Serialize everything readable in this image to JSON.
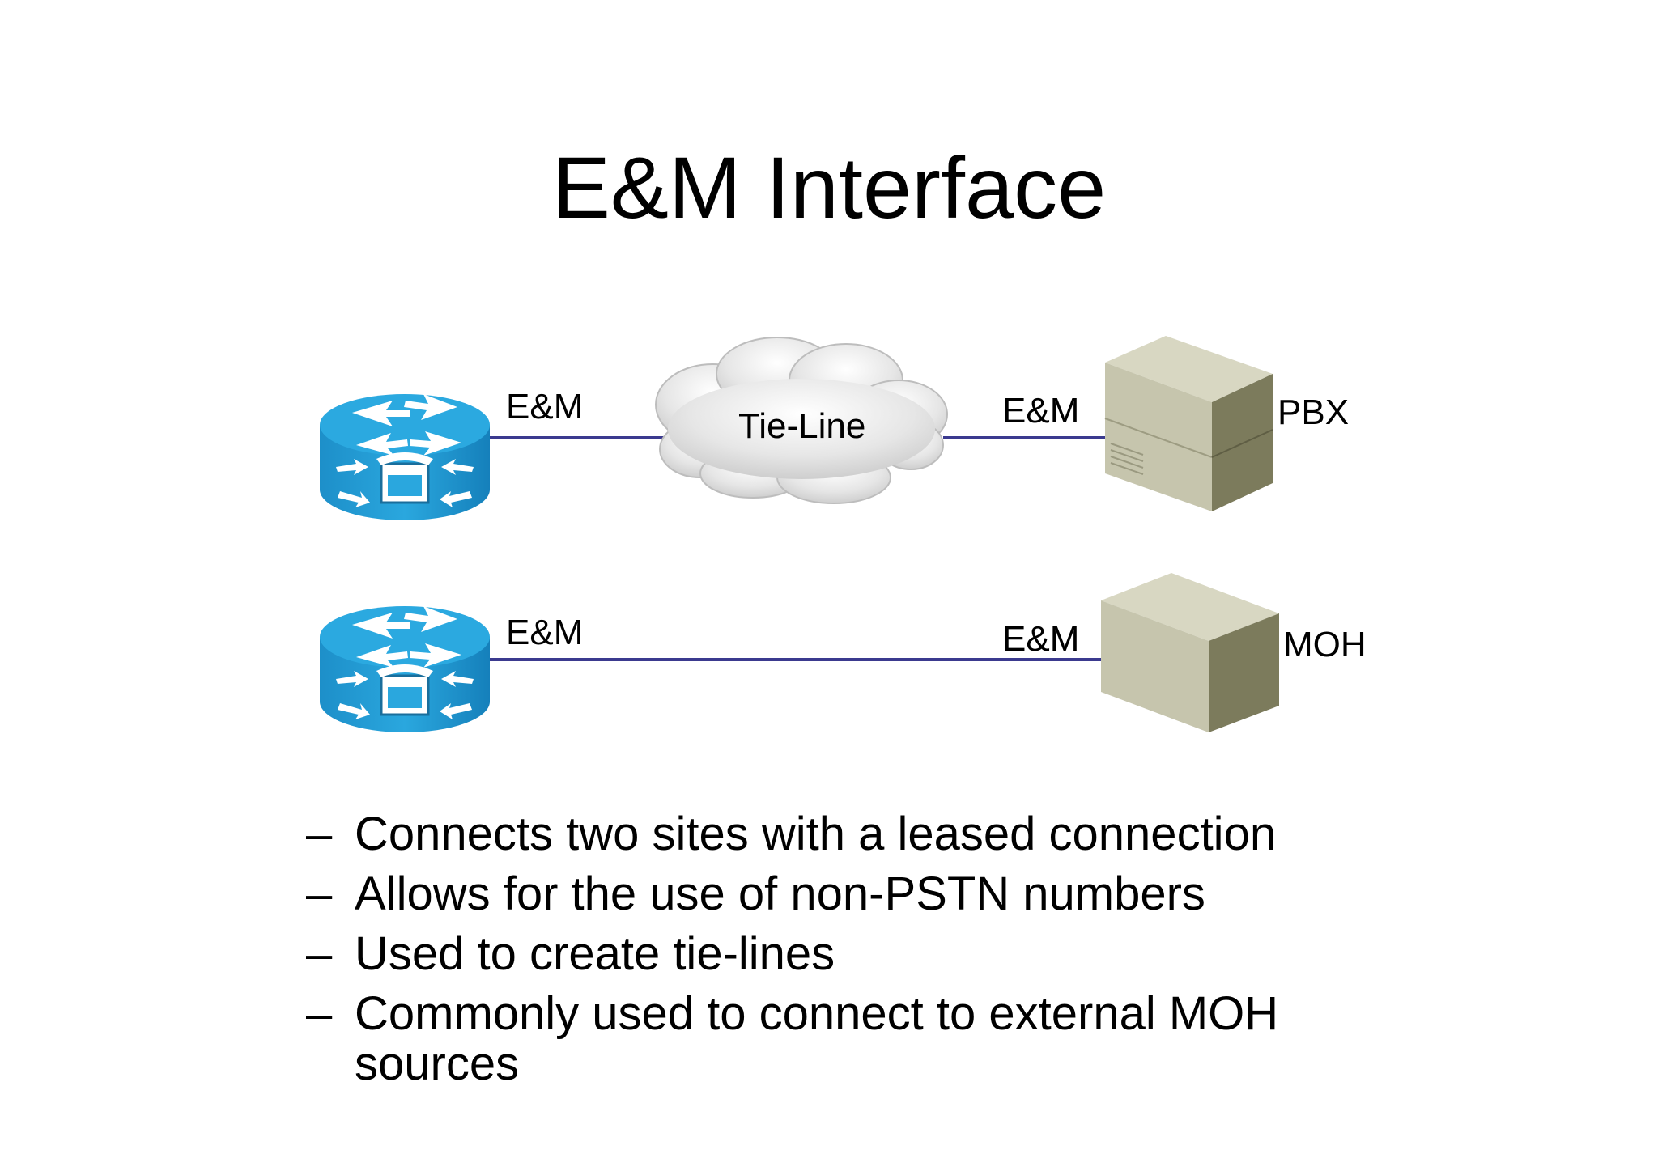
{
  "title": "E&M Interface",
  "diagram": {
    "row1": {
      "left_label": "E&M",
      "cloud_label": "Tie-Line",
      "right_label": "E&M",
      "device_label": "PBX"
    },
    "row2": {
      "left_label": "E&M",
      "right_label": "E&M",
      "device_label": "MOH"
    },
    "colors": {
      "router_top": "#29a6dc",
      "router_side": "#1a87c0",
      "link": "#3b3a8f",
      "box_front": "#c8c7b0",
      "box_side": "#7e7d5f",
      "cloud": "#e3e3e3"
    },
    "icons": [
      "voice-router-icon",
      "cloud-icon",
      "pbx-box-icon",
      "moh-box-icon"
    ]
  },
  "bullets": {
    "marker": "–",
    "items": [
      "Connects two sites with a leased connection",
      "Allows for the use of non-PSTN numbers",
      "Used to create tie-lines",
      "Commonly used to connect to external MOH sources"
    ]
  }
}
